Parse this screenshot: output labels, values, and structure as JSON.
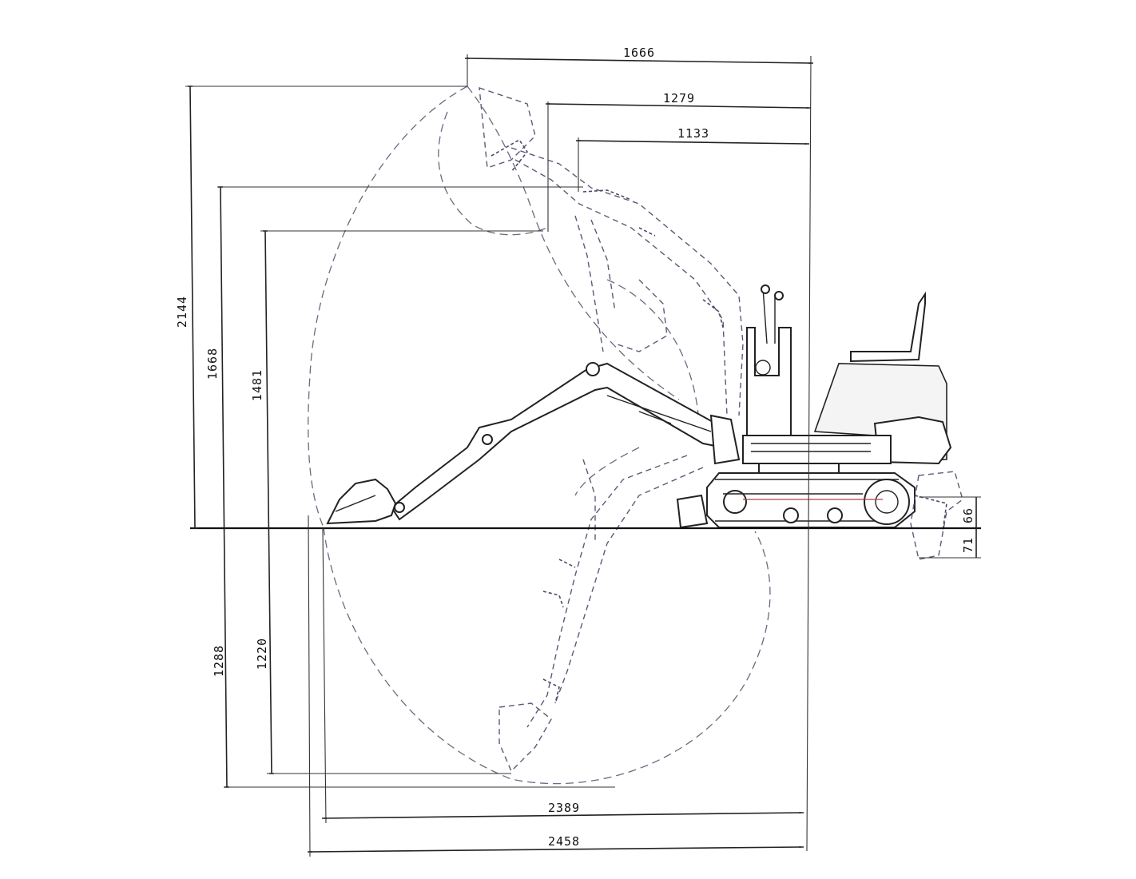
{
  "dimensions": {
    "horizontal": [
      {
        "id": "max-reach-top",
        "label": "1666"
      },
      {
        "id": "reach-mid-1",
        "label": "1279"
      },
      {
        "id": "reach-mid-2",
        "label": "1133"
      },
      {
        "id": "reach-ground",
        "label": "2389"
      },
      {
        "id": "max-reach-ground",
        "label": "2458"
      }
    ],
    "vertical": [
      {
        "id": "max-dig-height",
        "label": "2144"
      },
      {
        "id": "max-dump-height",
        "label": "1668"
      },
      {
        "id": "dump-height-2",
        "label": "1481"
      },
      {
        "id": "max-dig-depth",
        "label": "1288"
      },
      {
        "id": "vertical-dig-depth",
        "label": "1220"
      },
      {
        "id": "blade-lift",
        "label": "66"
      },
      {
        "id": "blade-drop",
        "label": "71"
      }
    ]
  },
  "colors": {
    "line": "#222222",
    "envelope": "#6a6a80",
    "accent": "#b04040"
  }
}
